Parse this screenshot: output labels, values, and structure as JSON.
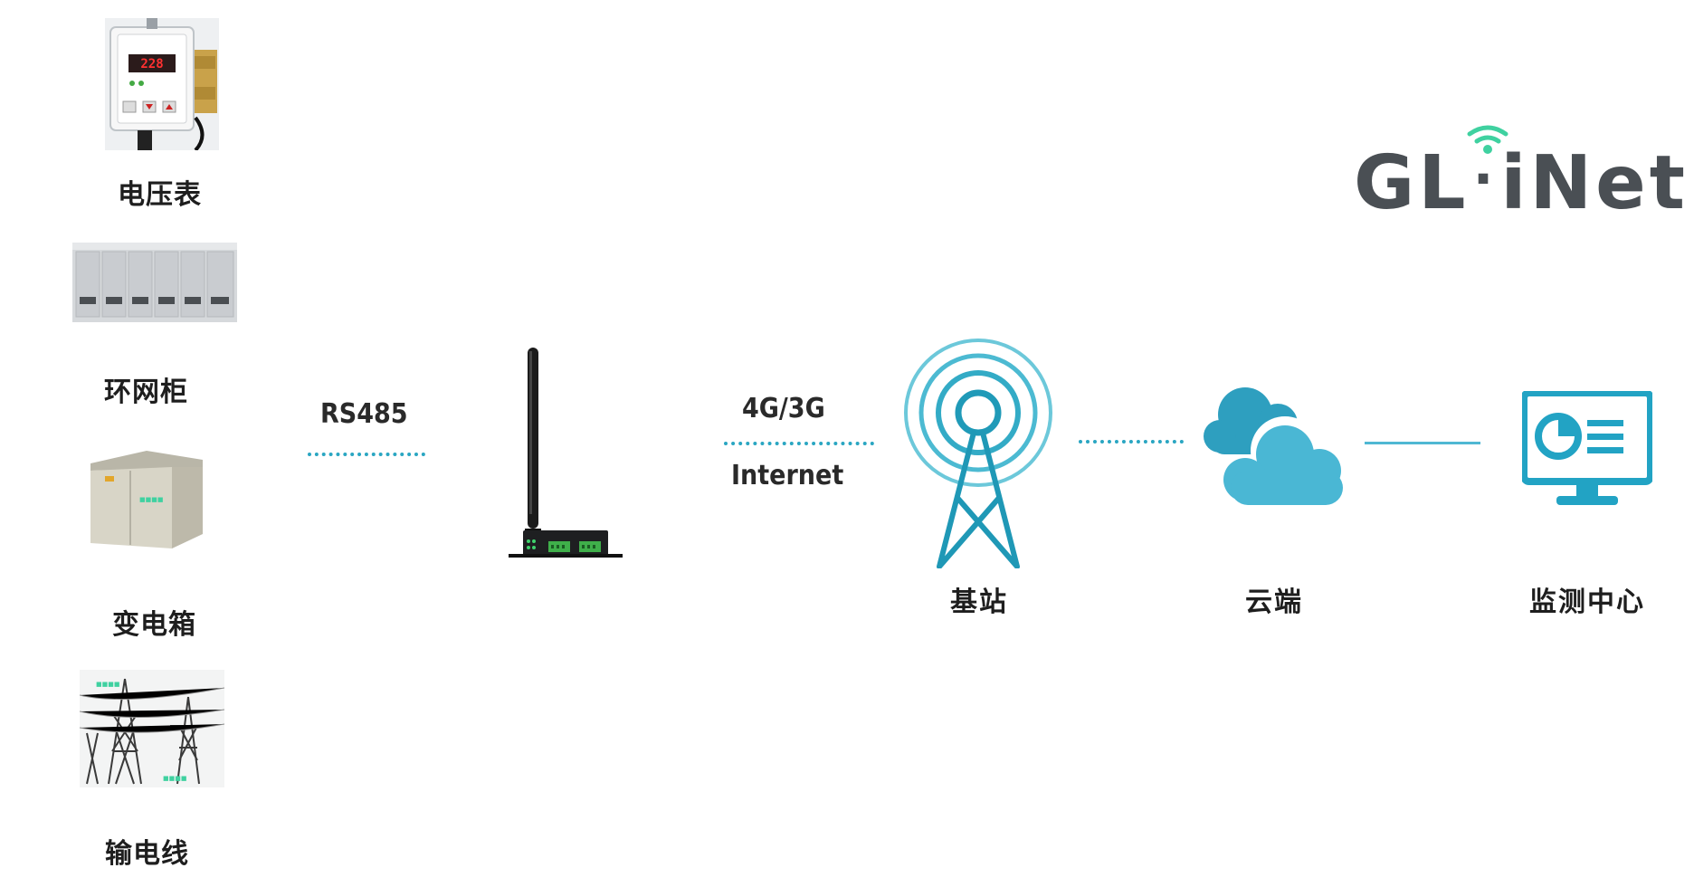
{
  "logo": {
    "text_left": "GL",
    "separator": "·",
    "text_right": "iNet"
  },
  "devices": [
    {
      "label": "电压表",
      "icon": "voltmeter-icon"
    },
    {
      "label": "环网柜",
      "icon": "ring-main-unit-icon"
    },
    {
      "label": "变电箱",
      "icon": "substation-box-icon"
    },
    {
      "label": "输电线",
      "icon": "power-line-tower-icon"
    }
  ],
  "links": {
    "serial": "RS485",
    "cellular_top": "4G/3G",
    "cellular_bottom": "Internet"
  },
  "nodes": {
    "gateway": {
      "icon": "router-icon"
    },
    "base_station": {
      "label": "基站",
      "icon": "cell-tower-icon"
    },
    "cloud": {
      "label": "云端",
      "icon": "cloud-icon"
    },
    "monitor": {
      "label": "监测中心",
      "icon": "monitor-icon"
    }
  },
  "colors": {
    "accent": "#2aa6c2",
    "cloud": "#37a9c8",
    "monitor": "#22a3c4",
    "logo_text": "#4a4f54",
    "logo_wifi": "#3fd1a0"
  }
}
